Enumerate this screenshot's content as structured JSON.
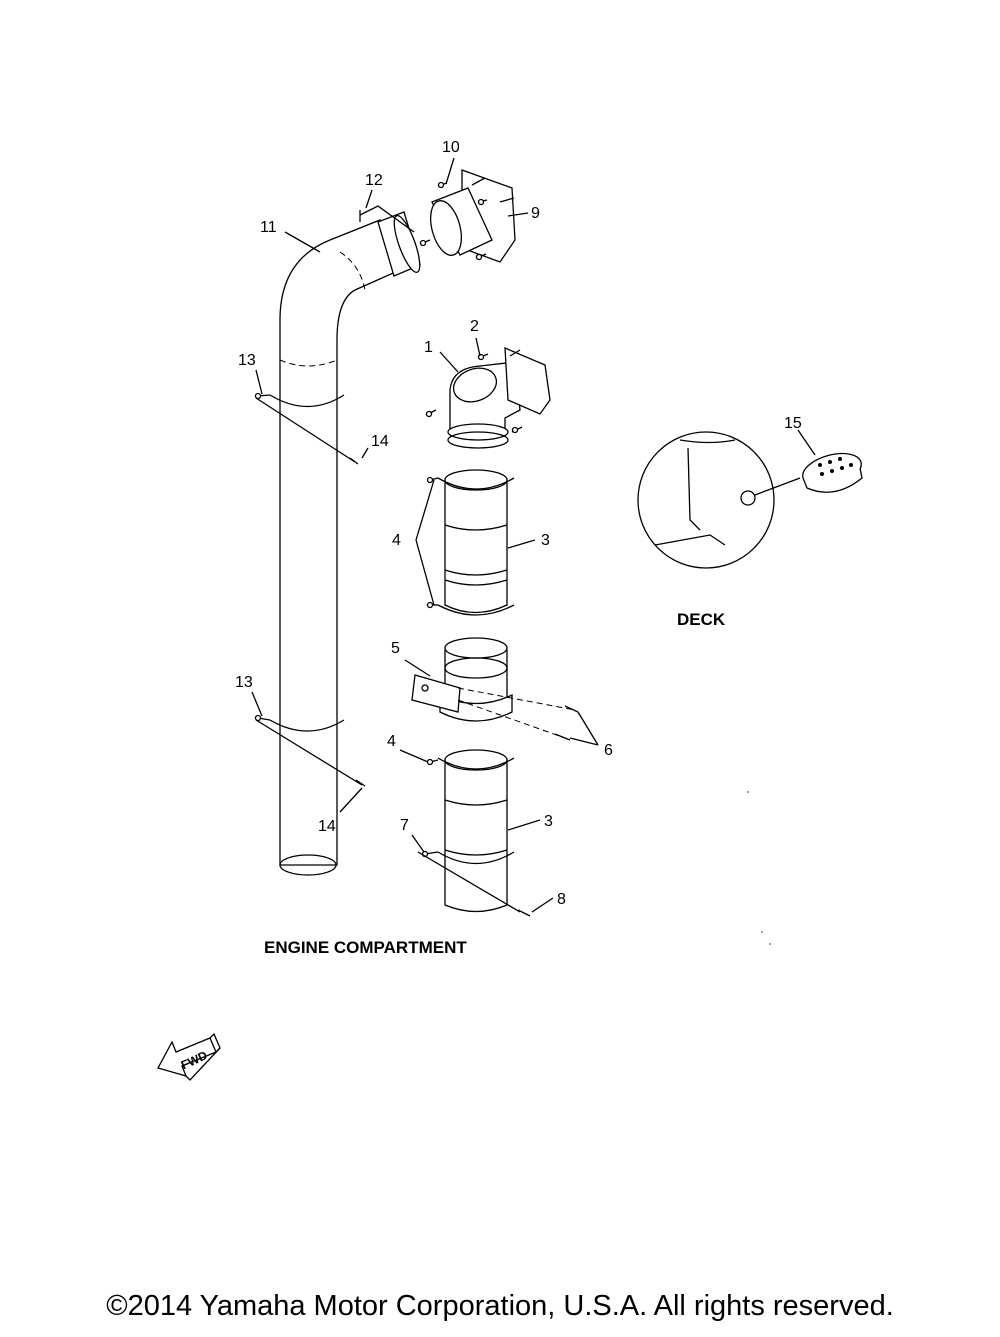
{
  "callouts": [
    "1",
    "2",
    "3",
    "3",
    "4",
    "4",
    "5",
    "6",
    "7",
    "8",
    "9",
    "10",
    "11",
    "12",
    "13",
    "13",
    "14",
    "14",
    "15"
  ],
  "captions": {
    "engine_compartment": "ENGINE COMPARTMENT",
    "deck": "DECK"
  },
  "fwd_label": "FWD",
  "copyright": "©2014 Yamaha Motor Corporation, U.S.A. All rights reserved."
}
